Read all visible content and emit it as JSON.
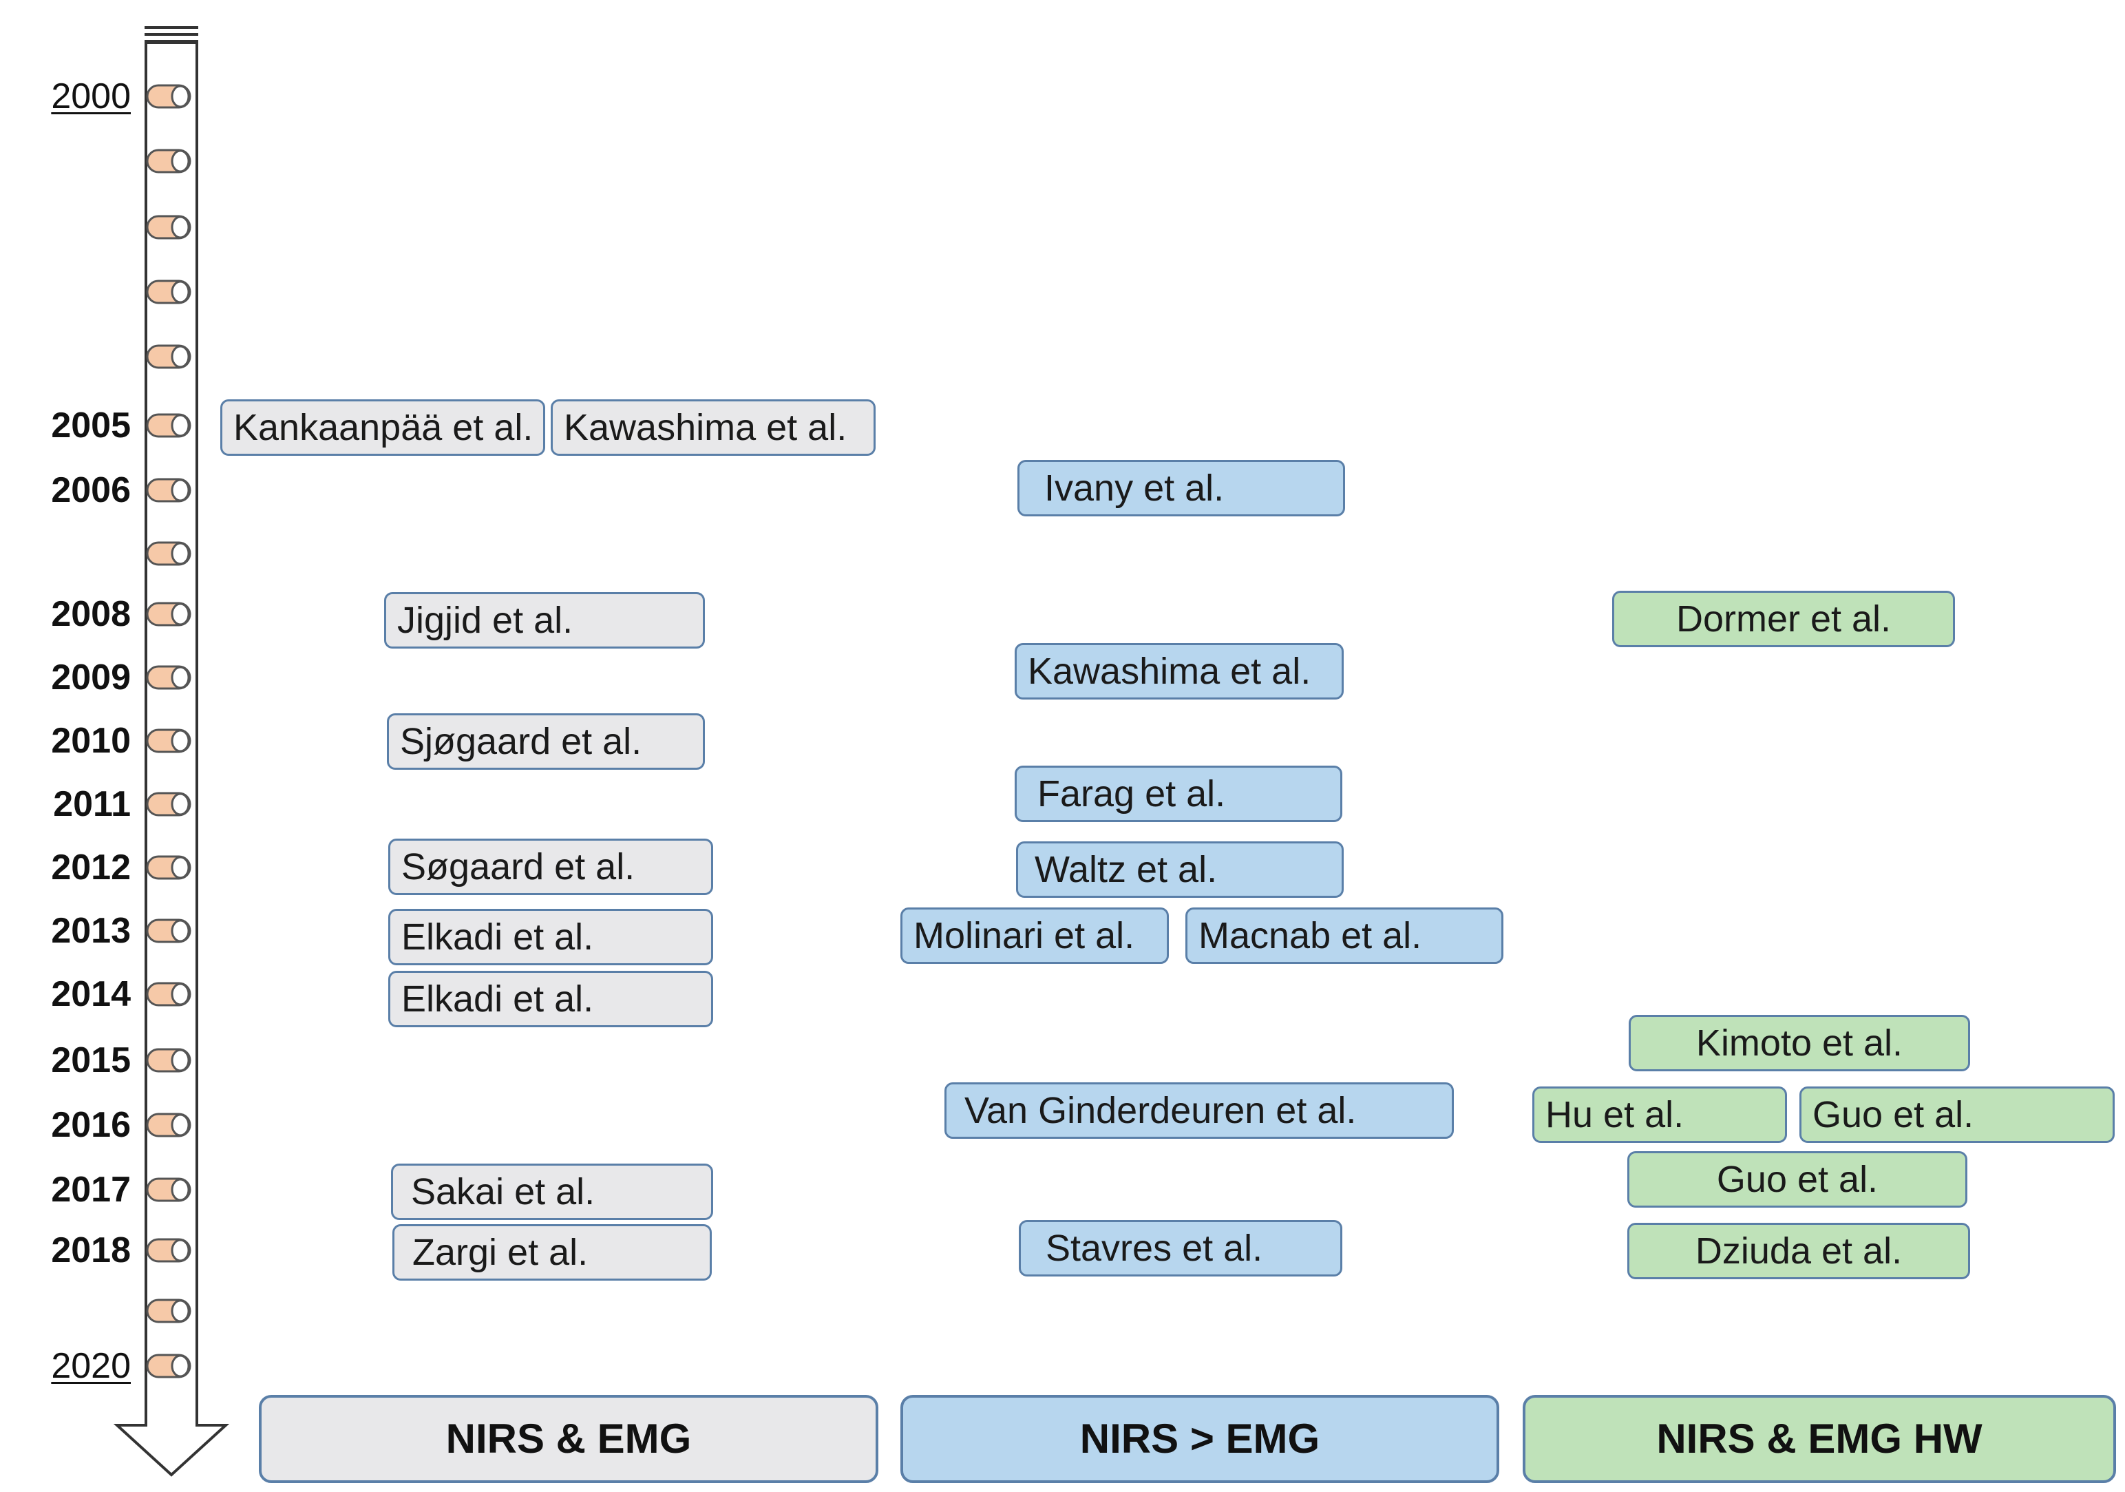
{
  "timeline": {
    "years": [
      {
        "label": "2000",
        "style": "plain"
      },
      {
        "label": "",
        "style": "none"
      },
      {
        "label": "",
        "style": "none"
      },
      {
        "label": "",
        "style": "none"
      },
      {
        "label": "",
        "style": "none"
      },
      {
        "label": "2005",
        "style": "bold"
      },
      {
        "label": "2006",
        "style": "bold"
      },
      {
        "label": "",
        "style": "none"
      },
      {
        "label": "2008",
        "style": "bold"
      },
      {
        "label": "2009",
        "style": "bold"
      },
      {
        "label": "2010",
        "style": "bold"
      },
      {
        "label": "2011",
        "style": "bold"
      },
      {
        "label": "2012",
        "style": "bold"
      },
      {
        "label": "2013",
        "style": "bold"
      },
      {
        "label": "2014",
        "style": "bold"
      },
      {
        "label": "2015",
        "style": "bold"
      },
      {
        "label": "2016",
        "style": "bold"
      },
      {
        "label": "2017",
        "style": "bold"
      },
      {
        "label": "2018",
        "style": "bold"
      },
      {
        "label": "",
        "style": "none"
      },
      {
        "label": "2020",
        "style": "plain"
      }
    ]
  },
  "categories": {
    "nirs_emg": "NIRS & EMG",
    "nirs_gt_emg": "NIRS > EMG",
    "nirs_emg_hw": "NIRS & EMG HW"
  },
  "studies": {
    "kankaanpaa": "Kankaanpää et al.",
    "kawashima_2005": "Kawashima et al.",
    "ivany": "Ivany et al.",
    "jigjid": "Jigjid et al.",
    "dormer": "Dormer  et al.",
    "kawashima_2009": "Kawashima et al.",
    "sjogaard": "Sjøgaard et al.",
    "farag": "Farag et al.",
    "sogaard": "Søgaard et al.",
    "waltz": "Waltz et al.",
    "elkadi_2013": "Elkadi et al.",
    "molinari": "Molinari et al.",
    "macnab": "Macnab et al.",
    "elkadi_2014": "Elkadi et al.",
    "kimoto": "Kimoto  et al.",
    "van_ginderdeuren": "Van Ginderdeuren et al.",
    "hu": "Hu et al.",
    "guo_2016": "Guo et al.",
    "sakai": "Sakai et al.",
    "guo_2017": "Guo et al.",
    "zargi": "Zargi et al.",
    "stavres": "Stavres et al.",
    "dziuda": "Dziuda et al."
  },
  "colors": {
    "gray_box": "#e8e8ea",
    "blue_box": "#b7d6ee",
    "green_box": "#bfe2b9",
    "box_border": "#5a7fa8",
    "capsule": "#f6c9a8"
  }
}
